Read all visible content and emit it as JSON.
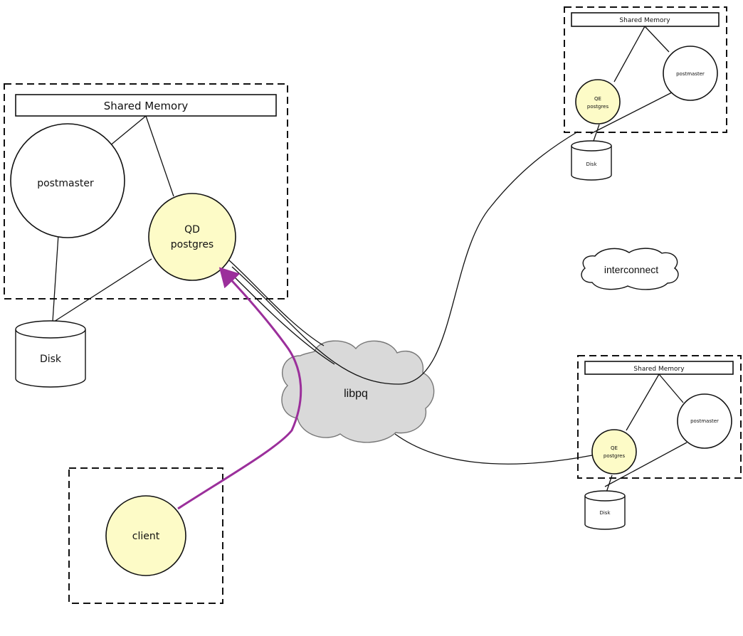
{
  "diagram": {
    "master": {
      "shared_memory": "Shared Memory",
      "postmaster": "postmaster",
      "qd_line1": "QD",
      "qd_line2": "postgres",
      "disk": "Disk"
    },
    "segment_top": {
      "shared_memory": "Shared Memory",
      "postmaster": "postmaster",
      "qe_line1": "QE",
      "qe_line2": "postgres",
      "disk": "Disk"
    },
    "segment_bottom": {
      "shared_memory": "Shared Memory",
      "postmaster": "postmaster",
      "qe_line1": "QE",
      "qe_line2": "postgres",
      "disk": "Disk"
    },
    "libpq": "libpq",
    "interconnect": "interconnect",
    "client": "client"
  },
  "colors": {
    "process_fill": "#fdfbc7",
    "cloud_fill": "#d9d9d9",
    "client_arrow": "#9b2f9b"
  }
}
